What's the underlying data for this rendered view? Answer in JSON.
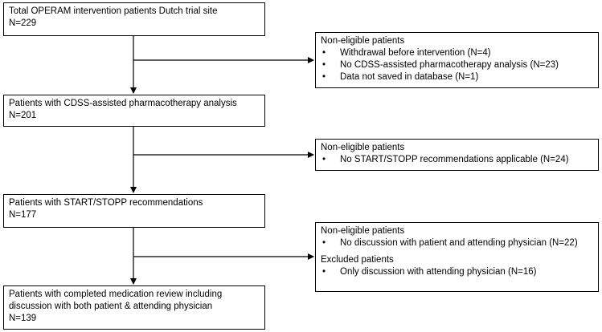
{
  "flow": {
    "main_boxes": [
      {
        "lines": [
          "Total OPERAM intervention patients Dutch trial site",
          "N=229"
        ]
      },
      {
        "lines": [
          "Patients with CDSS-assisted pharmacotherapy analysis",
          "N=201"
        ]
      },
      {
        "lines": [
          "Patients with START/STOPP recommendations",
          "N=177"
        ]
      },
      {
        "lines": [
          "Patients with completed medication review including",
          "discussion with both patient & attending physician",
          "N=139"
        ]
      }
    ],
    "side_boxes": [
      {
        "groups": [
          {
            "title": "Non-eligible patients",
            "items": [
              "Withdrawal before intervention (N=4)",
              "No CDSS-assisted pharmacotherapy analysis (N=23)",
              "Data not saved in database (N=1)"
            ]
          }
        ]
      },
      {
        "groups": [
          {
            "title": "Non-eligible patients",
            "items": [
              "No START/STOPP recommendations applicable (N=24)"
            ]
          }
        ]
      },
      {
        "groups": [
          {
            "title": "Non-eligible patients",
            "items": [
              "No discussion with patient and attending physician (N=22)"
            ]
          },
          {
            "title": "Excluded patients",
            "items": [
              "Only discussion with attending physician (N=16)"
            ]
          }
        ]
      }
    ],
    "bullet": "•"
  }
}
